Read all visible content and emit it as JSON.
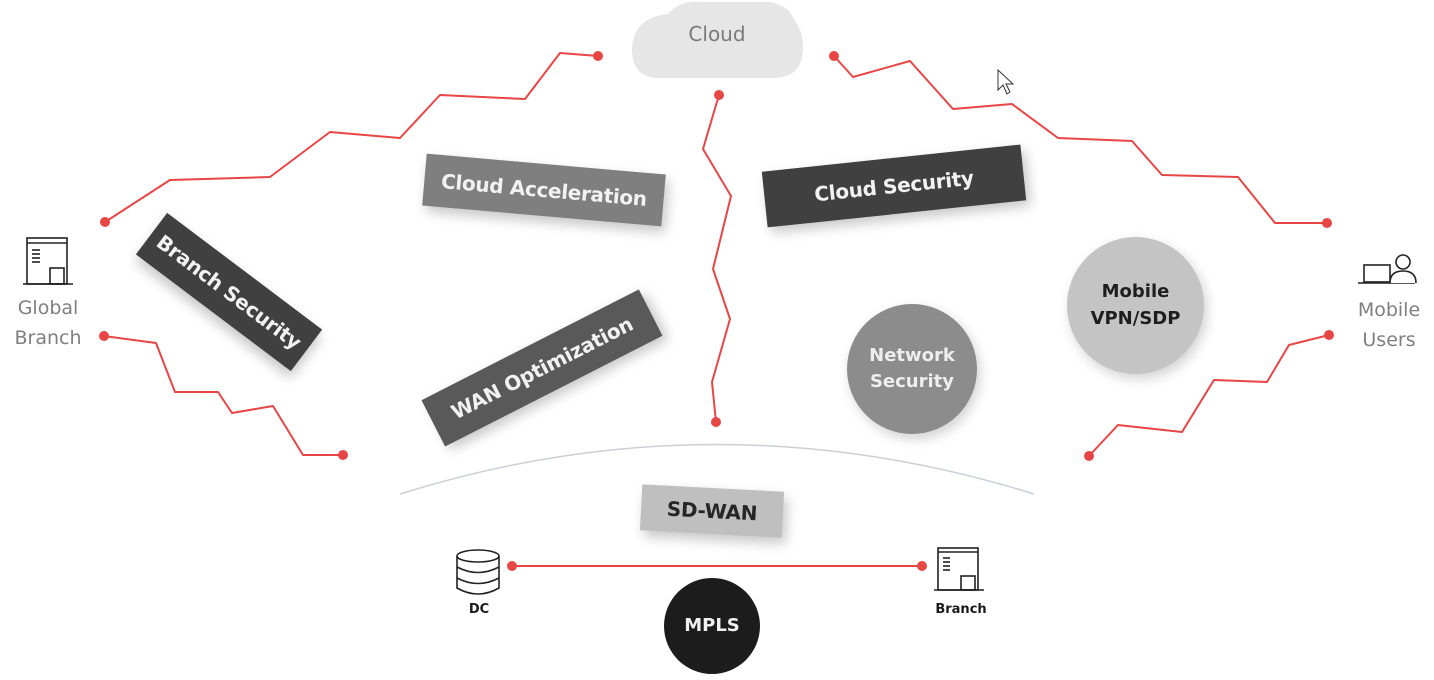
{
  "diagram": {
    "cloud": {
      "label": "Cloud",
      "icon": "cloud-icon",
      "color": "#e6e6e6"
    },
    "endpoints": {
      "global_branch": {
        "label_line1": "Global",
        "label_line2": "Branch",
        "icon": "office-building-icon"
      },
      "mobile_users": {
        "label_line1": "Mobile",
        "label_line2": "Users",
        "icon": "laptop-user-icon"
      },
      "dc": {
        "label": "DC",
        "icon": "database-icon"
      },
      "branch": {
        "label": "Branch",
        "icon": "office-building-icon"
      }
    },
    "capability_tags": [
      {
        "key": "cloud_acceleration",
        "label": "Cloud Acceleration",
        "color": "#7f7f7f"
      },
      {
        "key": "cloud_security",
        "label": "Cloud Security",
        "color": "#404040"
      },
      {
        "key": "branch_security",
        "label": "Branch Security",
        "color": "#404040"
      },
      {
        "key": "wan_optimization",
        "label": "WAN Optimization",
        "color": "#595959"
      },
      {
        "key": "sd_wan",
        "label": "SD-WAN",
        "color": "#bfbfbf"
      }
    ],
    "capability_circles": [
      {
        "key": "network_security",
        "label_line1": "Network",
        "label_line2": "Security",
        "color": "#8c8c8c"
      },
      {
        "key": "mobile_vpn_sdp",
        "label_line1": "Mobile",
        "label_line2": "VPN/SDP",
        "color": "#c4c4c4"
      },
      {
        "key": "mpls",
        "label_line1": "MPLS",
        "label_line2": "",
        "color": "#1c1c1c"
      }
    ],
    "connections": [
      {
        "name": "global-branch-to-cloud",
        "from": "Global Branch",
        "to": "Cloud"
      },
      {
        "name": "cloud-to-mobile-users",
        "from": "Cloud",
        "to": "Mobile Users"
      },
      {
        "name": "cloud-to-network",
        "from": "Cloud",
        "to": "SD-WAN"
      },
      {
        "name": "global-branch-to-network",
        "from": "Global Branch",
        "to": "SD-WAN"
      },
      {
        "name": "mobile-users-to-network",
        "from": "Mobile Users",
        "to": "SD-WAN"
      },
      {
        "name": "dc-to-branch-mpls",
        "from": "DC",
        "to": "Branch"
      }
    ],
    "link_color": "#e84545",
    "arc_color": "#c8d0d8"
  }
}
